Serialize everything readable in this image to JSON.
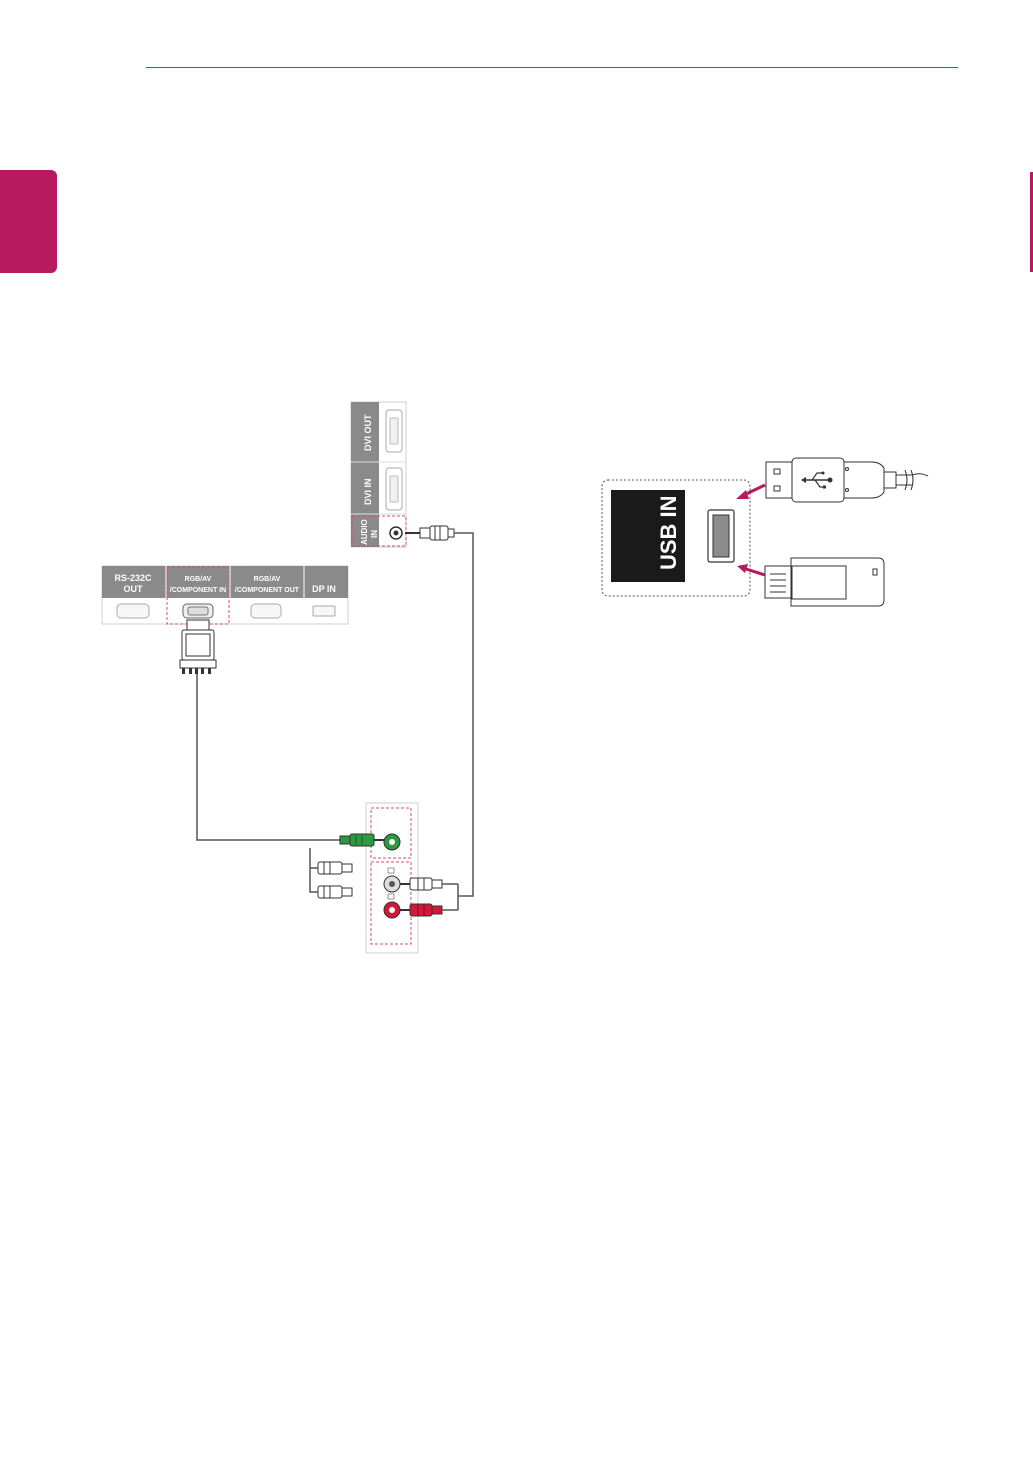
{
  "colors": {
    "accent": "#b71a5e",
    "rule": "#b1346f",
    "panel": "#8a8a8a",
    "dashed": "#d6487c",
    "green": "#2e9a3f",
    "red": "#d3183a",
    "white_jack": "#f2f2f2",
    "cable": "#555555",
    "usb_panel": "#1a1a1a"
  },
  "dvi_panel": {
    "dvi_out": "DVI OUT",
    "dvi_in": "DVI IN",
    "audio_in": [
      "AUDIO",
      "IN"
    ]
  },
  "port_panel": {
    "rs232c": [
      "RS-232C",
      "OUT"
    ],
    "rgb_av_in": [
      "RGB/AV",
      "/COMPONENT IN"
    ],
    "rgb_av_out": [
      "RGB/AV",
      "/COMPONENT OUT"
    ],
    "dp_in": "DP IN"
  },
  "usb": {
    "label": "USB IN"
  },
  "icons": {
    "usb_trident": "usb-icon"
  }
}
